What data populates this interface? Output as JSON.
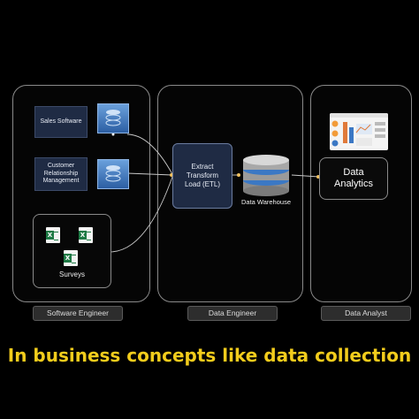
{
  "sources": {
    "sales": "Sales Software",
    "crm": "Customer Relationship Management",
    "surveys": "Surveys"
  },
  "etl_label": "Extract Transform Load (ETL)",
  "warehouse_label": "Data Warehouse",
  "analytics_label": "Data Analytics",
  "roles": {
    "software": "Software Engineer",
    "data_engineer": "Data Engineer",
    "analyst": "Data Analyst"
  },
  "caption": "In business concepts like data collection",
  "colors": {
    "caption": "#f2cc1c",
    "node_fill": "#1f2b44",
    "database_blue": "#3b78c4",
    "arrow": "#f0c060"
  },
  "icons": {
    "database": "database-icon",
    "spreadsheet": "excel-icon",
    "dashboard": "dashboard-icon",
    "warehouse": "warehouse-cylinder-icon"
  }
}
